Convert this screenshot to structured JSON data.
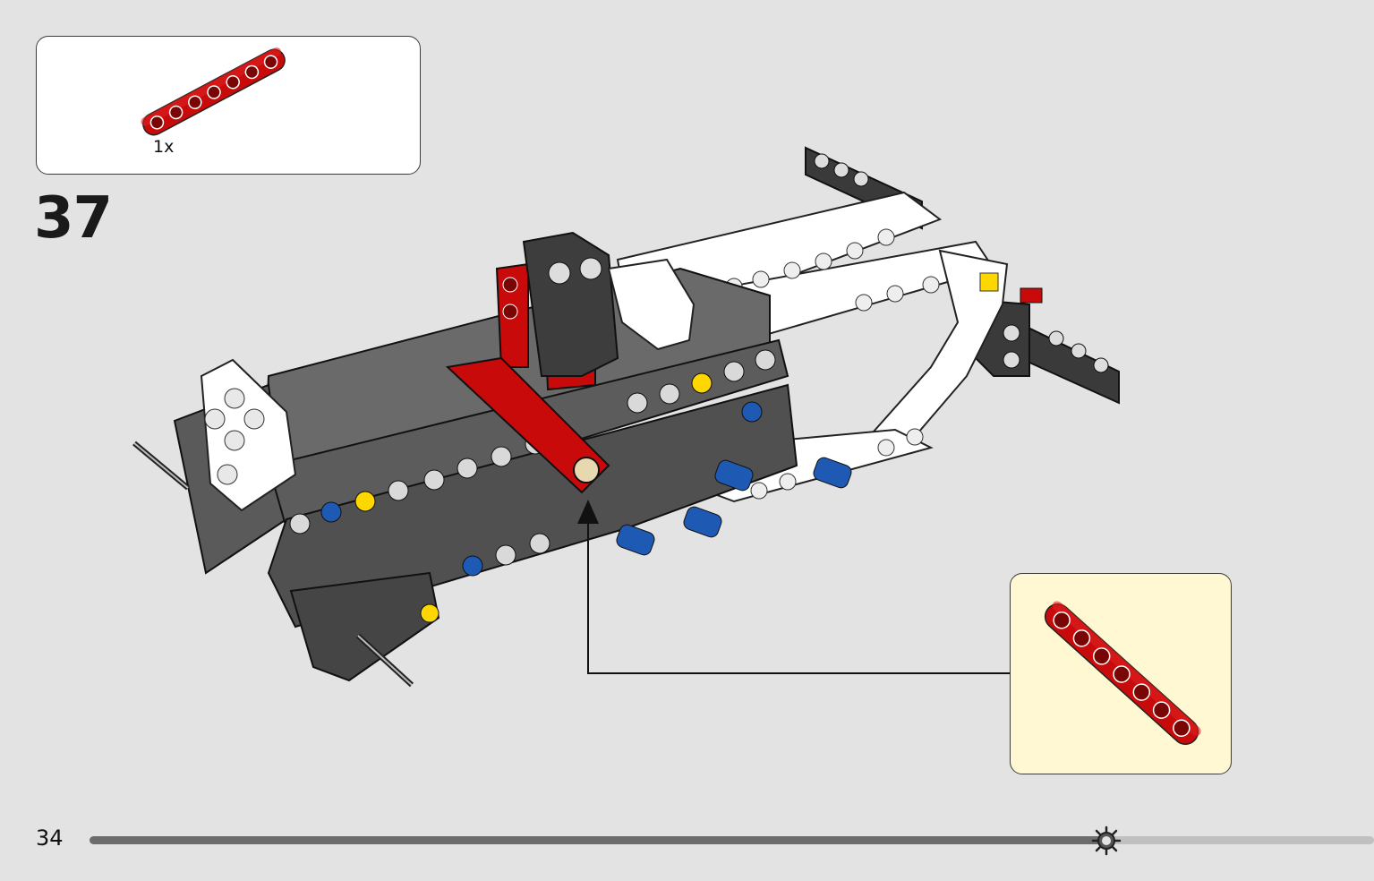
{
  "parts_list": {
    "items": [
      {
        "part": "red-beam-7-icon",
        "quantity": "1x",
        "color": "#c80a0a"
      }
    ]
  },
  "step": {
    "number": "37"
  },
  "callout": {
    "part": "red-beam-7-icon",
    "background": "#fff8d2"
  },
  "footer": {
    "page_number": "34",
    "progress_fraction": 0.79,
    "progress_icon": "gear-icon"
  },
  "colors": {
    "background": "#e3e3e3",
    "part_red": "#c80a0a",
    "dark_gray_beam": "#5a5a5a",
    "white_beam": "#ffffff",
    "blue_pin": "#1e5ab4",
    "yellow_axle_hole": "#ffd700"
  }
}
